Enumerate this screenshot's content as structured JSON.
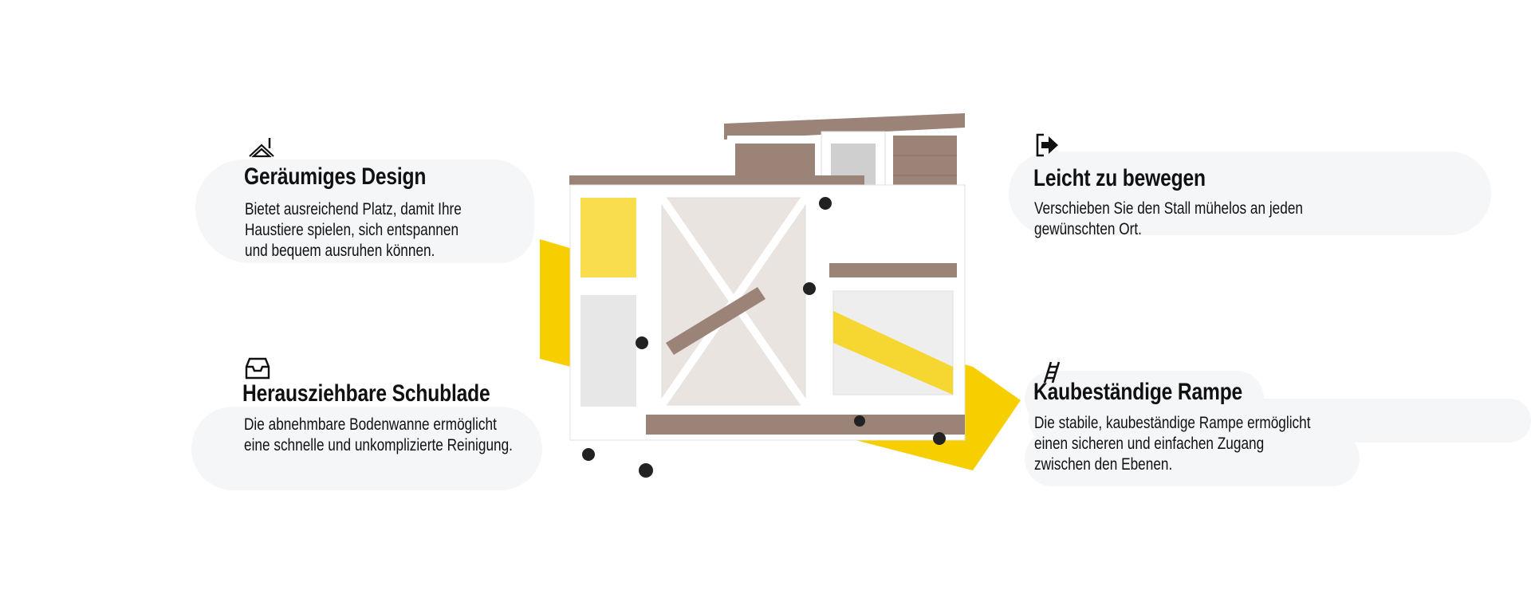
{
  "features": [
    {
      "icon": "house-icon",
      "title": "Geräumiges Design",
      "lines": [
        "Bietet ausreichend Platz, damit Ihre",
        "Haustiere spielen, sich entspannen",
        "und bequem ausruhen können."
      ]
    },
    {
      "icon": "drawer-tray-icon",
      "title": "Herausziehbare Schublade",
      "lines": [
        "Die abnehmbare Bodenwanne ermöglicht",
        "eine schnelle und unkomplizierte Reinigung."
      ]
    },
    {
      "icon": "move-arrow-icon",
      "title": "Leicht zu bewegen",
      "lines": [
        "Verschieben Sie den Stall mühelos an jeden",
        "gewünschten Ort."
      ]
    },
    {
      "icon": "ladder-icon",
      "title": "Kaubeständige Rampe",
      "lines": [
        "Die stabile, kaubeständige Rampe ermöglicht",
        "einen sicheren und einfachen Zugang",
        "zwischen den Ebenen."
      ]
    }
  ],
  "colors": {
    "accent": "#f7cf00",
    "blob": "#f5f6f8",
    "wood": "#9c8378",
    "frame": "#ffffff"
  }
}
